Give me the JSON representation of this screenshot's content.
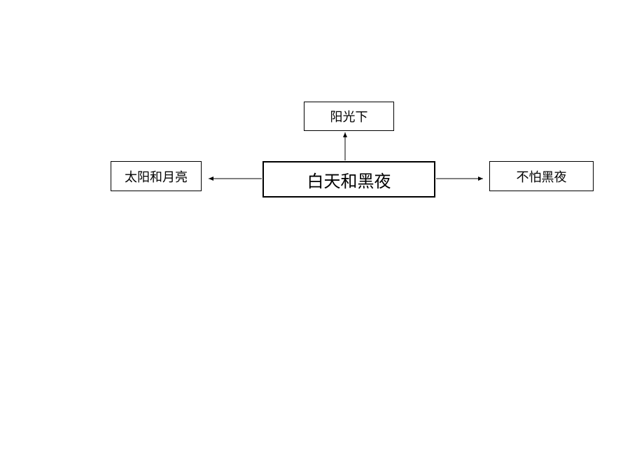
{
  "diagram": {
    "center": {
      "label": "白天和黑夜"
    },
    "top": {
      "label": "阳光下"
    },
    "left": {
      "label": "太阳和月亮"
    },
    "right": {
      "label": "不怕黑夜"
    }
  },
  "colors": {
    "line": "#000000",
    "background": "#ffffff"
  }
}
